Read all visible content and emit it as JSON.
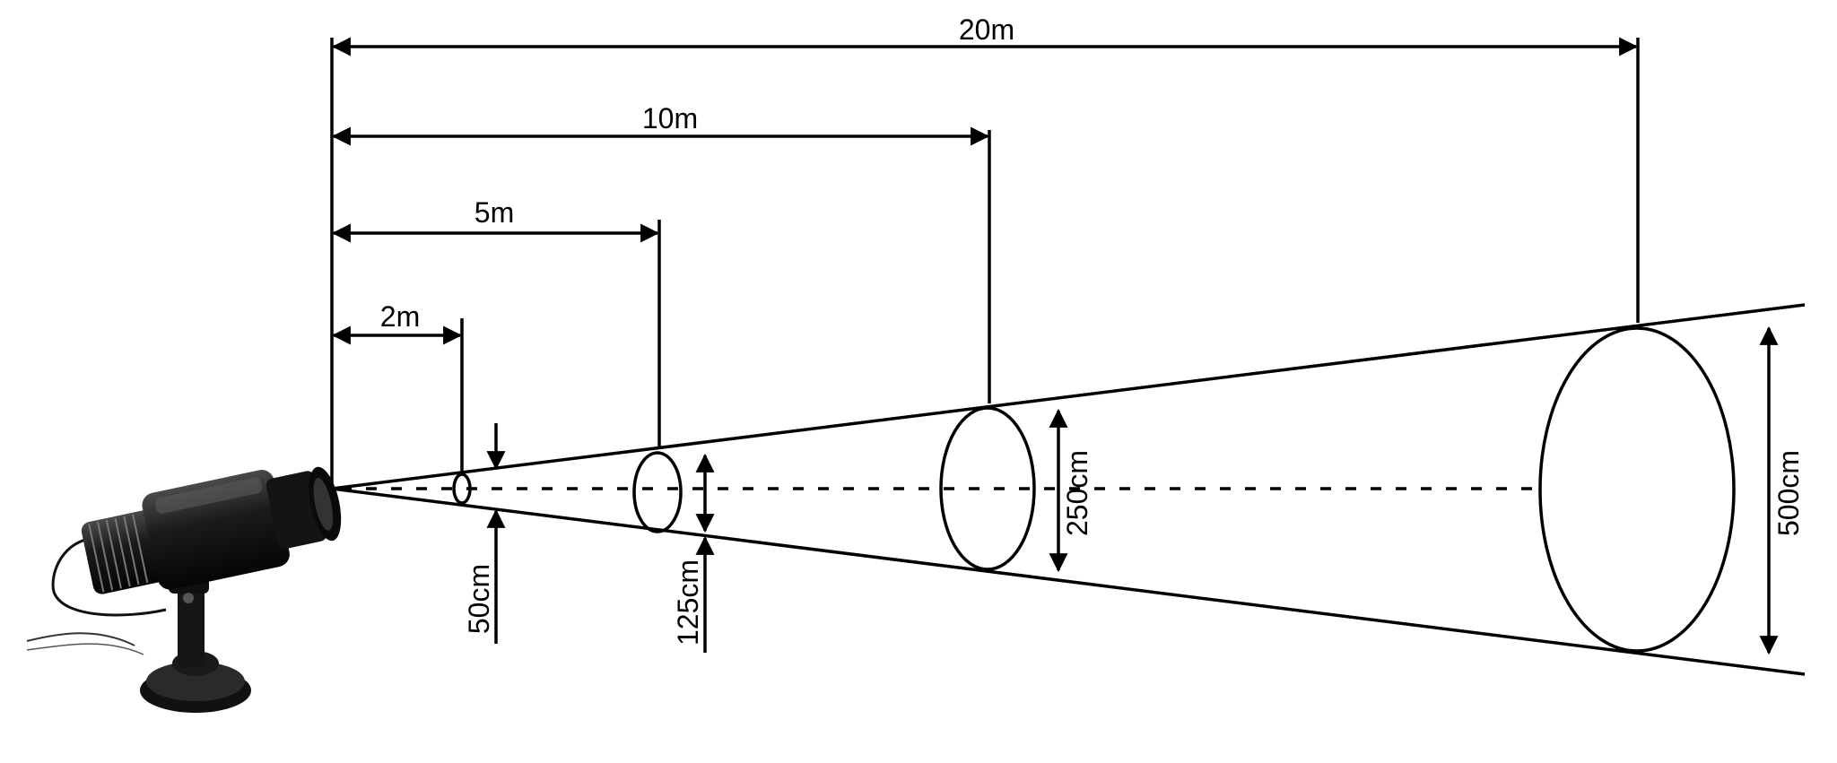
{
  "distances": [
    {
      "label": "20m",
      "meters": 20
    },
    {
      "label": "10m",
      "meters": 10
    },
    {
      "label": "5m",
      "meters": 5
    },
    {
      "label": "2m",
      "meters": 2
    }
  ],
  "sizes": [
    {
      "label": "50cm",
      "cm": 50
    },
    {
      "label": "125cm",
      "cm": 125
    },
    {
      "label": "250cm",
      "cm": 250
    },
    {
      "label": "500cm",
      "cm": 500
    }
  ],
  "colors": {
    "line": "#000000",
    "projector_body": "#151515",
    "projector_highlight": "#4a4a4a"
  },
  "icons": {
    "projector": "gobo-projector-icon"
  }
}
